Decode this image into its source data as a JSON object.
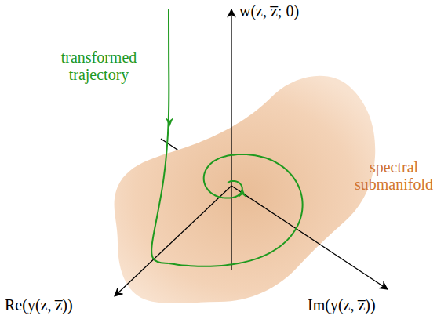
{
  "diagram": {
    "labels": [
      "w(z, z̅; 0)",
      "transformed trajectory",
      "spectral submanifold",
      "Re(y(z, z̅))",
      "Im(y(z, z̅))"
    ]
  }
}
